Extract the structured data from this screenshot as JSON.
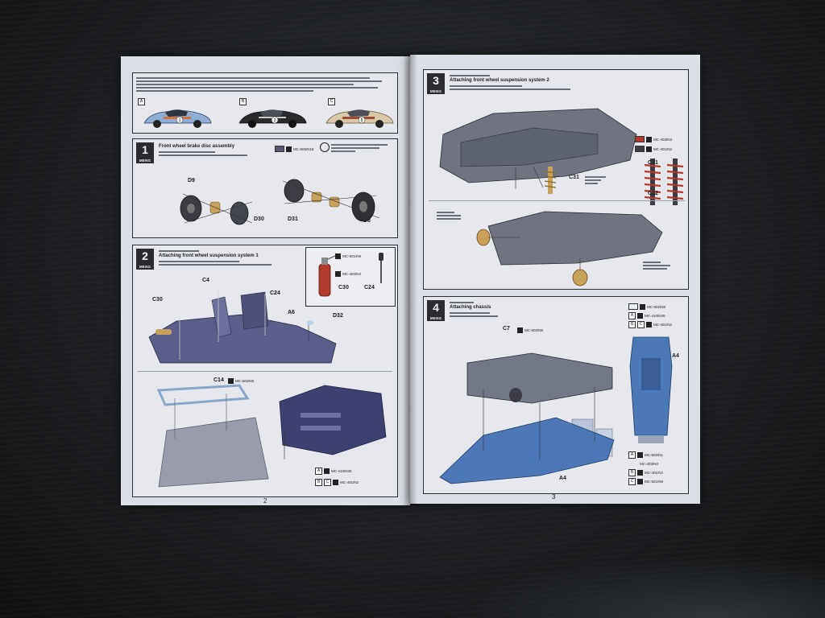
{
  "scene": {
    "description_hidden": false,
    "colors": {
      "desk": "#1d1f22",
      "paper": "#dcdfe6",
      "panel": "#e6e8ee",
      "chassis_purple": "#5b5e8a",
      "chassis_grey": "#6f7480",
      "body_blue": "#4d78b8",
      "damper_red": "#b23a2a"
    }
  },
  "left_page": {
    "page_number": "2",
    "options": {
      "a": "A",
      "b": "B",
      "c": "C",
      "car_numbers": [
        "1",
        "2",
        "5"
      ]
    },
    "step1": {
      "number": "1",
      "brand": "MENG",
      "title_en": "Front wheel brake disc assembly",
      "paint": "MC-505/N18",
      "parts": [
        "D9",
        "D30",
        "D31",
        "D8"
      ]
    },
    "step2": {
      "number": "2",
      "brand": "MENG",
      "title_en": "Attaching front wheel suspension system 1",
      "paints": [
        "MC-501/N9",
        "MC-403/N3",
        "MC-502/N8",
        "MC-601/N12",
        "MC-502/N8",
        "MC-410/N35",
        "MC-401/N2"
      ],
      "parts": [
        "C30",
        "C24",
        "C4",
        "C24",
        "A6",
        "D32",
        "C14",
        "A6",
        "C30"
      ]
    }
  },
  "right_page": {
    "page_number": "3",
    "step3": {
      "number": "3",
      "brand": "MENG",
      "title_en": "Attaching front wheel suspension system 2",
      "paints": [
        "MC-403/N3",
        "MC-401/N2"
      ],
      "parts": [
        "C31",
        "C31",
        "C32"
      ]
    },
    "step4": {
      "number": "4",
      "brand": "MENG",
      "title_en": "Attaching chassis",
      "paints": [
        "MC-502/N8",
        "MC-502/N8",
        "MC-410/N35",
        "MC-401/N2",
        "MC-502/N1",
        "MC-403/N3",
        "MC-401/N2",
        "MC-501/N9"
      ],
      "parts": [
        "C7",
        "A4",
        "A4"
      ],
      "letters": [
        "A",
        "B",
        "C",
        "A",
        "B",
        "C"
      ]
    }
  }
}
